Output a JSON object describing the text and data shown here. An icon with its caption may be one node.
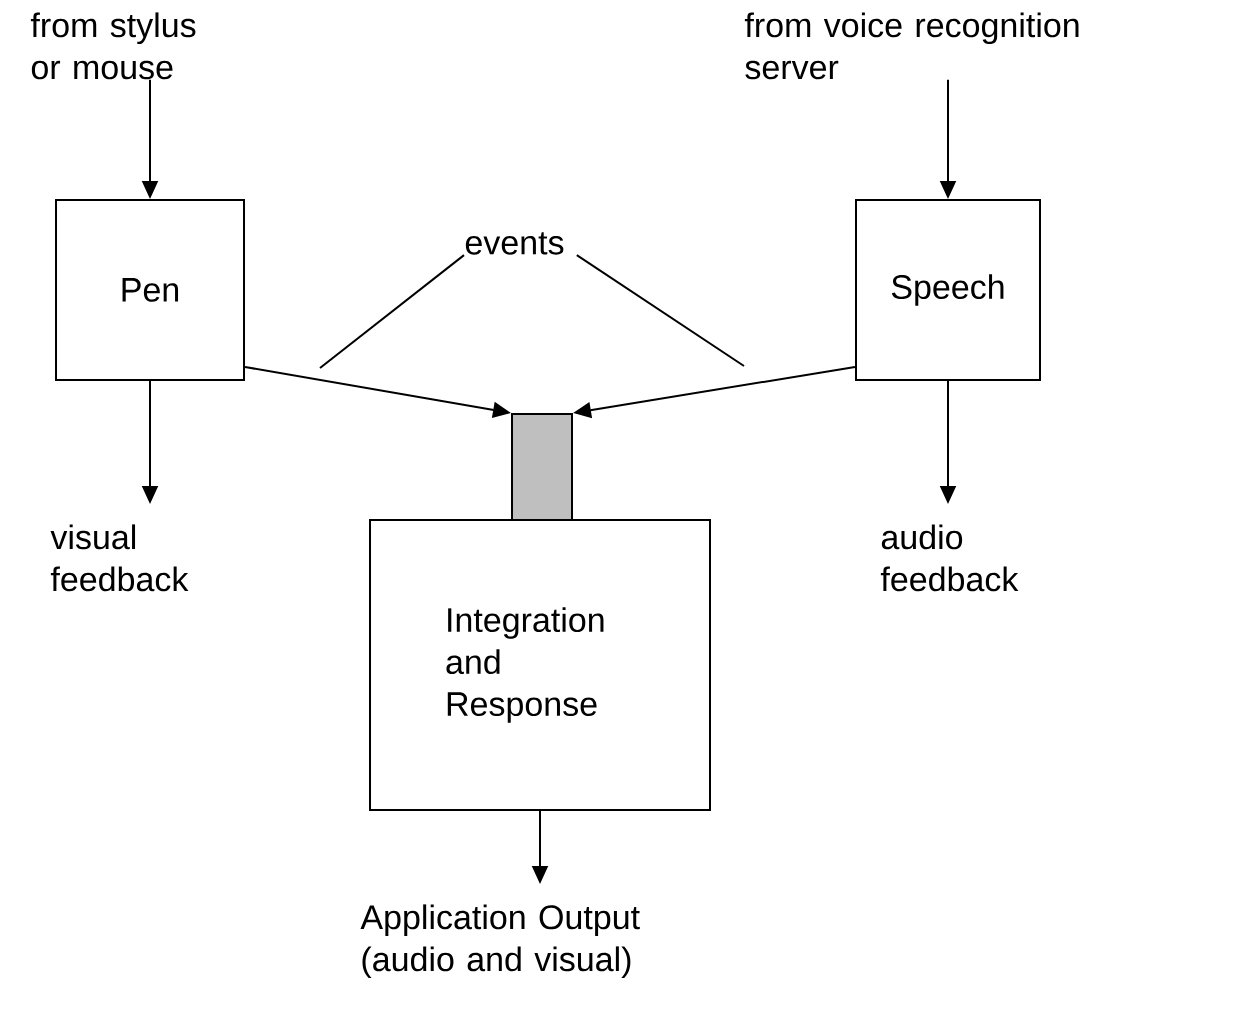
{
  "diagram": {
    "nodes": [
      {
        "text": [
          "from stylus or mouse"
        ]
      },
      {
        "text": [
          "from voice recognition server"
        ]
      },
      {
        "text": [
          "Pen"
        ]
      },
      {
        "text": [
          "Speech"
        ]
      },
      {
        "text": [],
        "shape": "box"
      },
      {
        "text": [
          "Integration and Response"
        ]
      },
      {
        "text": [
          "visual feedback"
        ]
      },
      {
        "text": [
          "audio feedback"
        ]
      },
      {
        "text": [
          "Application Output (audio and visual)"
        ]
      },
      {
        "text": [
          "events"
        ]
      }
    ],
    "edges": [
      {
        "from": 0,
        "to": 2,
        "arrow": "to"
      },
      {
        "from": 1,
        "to": 3,
        "arrow": "to"
      },
      {
        "from": 2,
        "to": 4,
        "arrow": "to"
      },
      {
        "from": 3,
        "to": 4,
        "arrow": "to"
      },
      {
        "from": 2,
        "to": 6,
        "arrow": "to"
      },
      {
        "from": 3,
        "to": 7,
        "arrow": "to"
      },
      {
        "from": 5,
        "to": 8,
        "arrow": "to"
      },
      {
        "from": 9,
        "to": null,
        "arrow": "none"
      },
      {
        "from": 9,
        "to": null,
        "arrow": "none"
      }
    ]
  }
}
